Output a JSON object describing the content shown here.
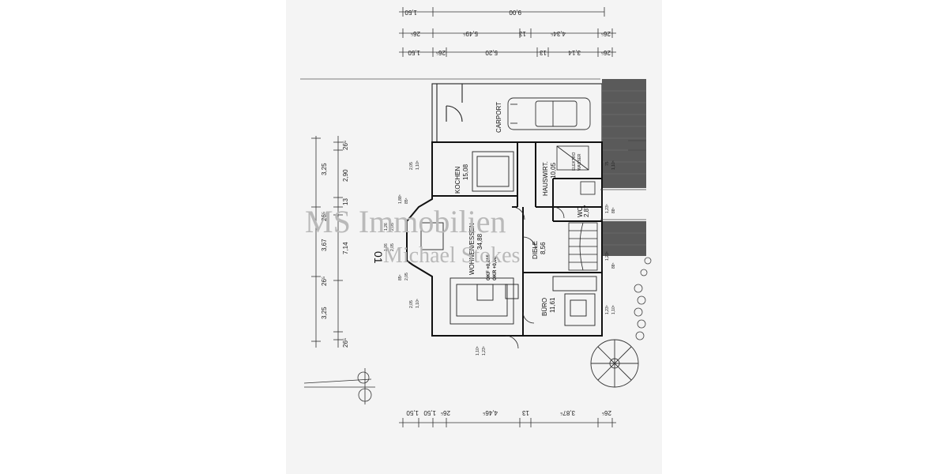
{
  "watermark": {
    "line1": "MS Immobilien",
    "line2": "Michael Stokes"
  },
  "floor_label": "01",
  "rooms": {
    "carport": {
      "name": "CARPORT"
    },
    "kochen": {
      "name": "KOCHEN",
      "area": "15,08"
    },
    "hauswirt": {
      "name": "HAUSWIRT.",
      "area": "10,05"
    },
    "elektro": {
      "name": "ELEKTRO",
      "sub": "WASSER"
    },
    "wc": {
      "name": "WC",
      "area": "2,87"
    },
    "wohnen": {
      "name": "WOHNEN/ESSEN",
      "area": "34,88"
    },
    "diele": {
      "name": "DIELE",
      "area": "8,56"
    },
    "buero": {
      "name": "BÜRO",
      "area": "11,61"
    }
  },
  "levels": {
    "okf": "OKF +0,615",
    "okr": "OKR +0,00"
  },
  "dims_top": {
    "row1": [
      "1,50",
      "9,00"
    ],
    "row2": [
      "26⁵",
      "5,49⁵",
      "13",
      "4,34⁵",
      "26⁵"
    ],
    "row3": [
      "1,50",
      "26⁵",
      "5,20",
      "13",
      "3,14",
      "26⁵"
    ]
  },
  "dims_left": {
    "outer": [
      "3,25",
      "3,67",
      "3,25"
    ],
    "inner": [
      "26⁵",
      "2,90",
      "13",
      "26⁵",
      "7,14",
      "26⁵",
      "26⁵"
    ]
  },
  "dims_bottom": [
    "1,50",
    "1,50",
    "26⁵",
    "4,46⁵",
    "13",
    "3,87⁵",
    "26⁵"
  ],
  "window_notes": {
    "kochen": [
      "2,05",
      "1,10⁵"
    ],
    "bay_upper": [
      "1,88⁵",
      "85⁵"
    ],
    "bay_left": [
      "1,26",
      "2,05"
    ],
    "bay_left2": [
      "1,26",
      "2,05"
    ],
    "bay_lower": [
      "85⁵",
      "2,05"
    ],
    "wohnen_low": [
      "2,05",
      "1,10⁵"
    ],
    "door": [
      "1,10⁵",
      "1,23⁵"
    ],
    "right1": [
      "75",
      "1,10⁵"
    ],
    "right2": [
      "1,23⁵",
      "88⁵"
    ],
    "right3": [
      "1,23⁵",
      "88⁵"
    ],
    "right4": [
      "1,23⁵",
      "1,10⁵"
    ]
  }
}
